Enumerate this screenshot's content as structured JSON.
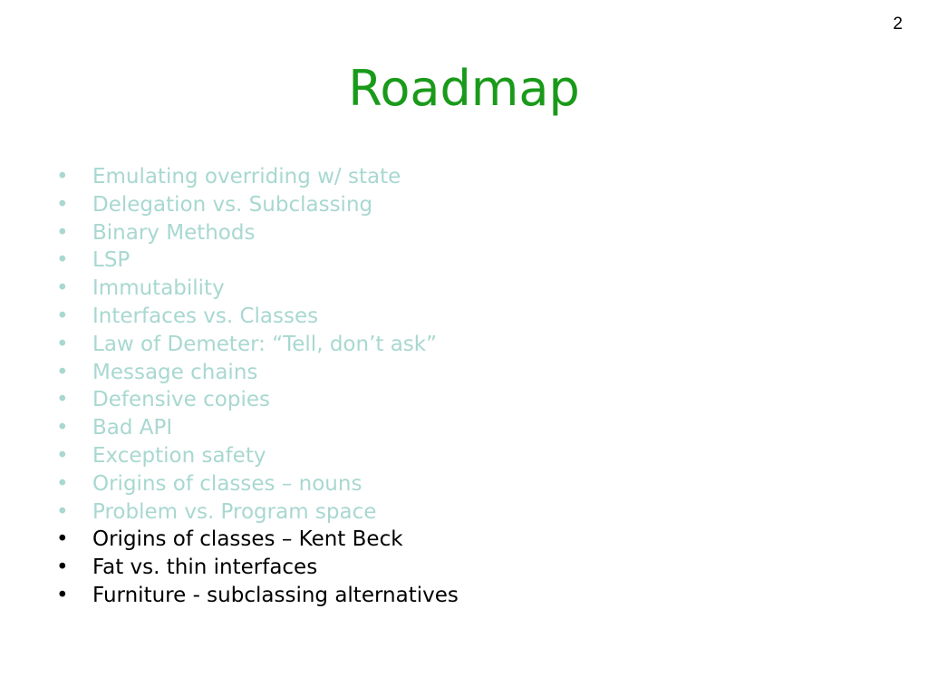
{
  "slide": {
    "page_number": "2",
    "title": "Roadmap",
    "bullet_symbol": "•",
    "colors": {
      "title": "#1a9a1a",
      "dimmed_item": "#a8d8d0",
      "current_item": "#000000"
    },
    "items": [
      {
        "text": "Emulating overriding w/ state",
        "state": "dim"
      },
      {
        "text": "Delegation vs. Subclassing",
        "state": "dim"
      },
      {
        "text": "Binary Methods",
        "state": "dim"
      },
      {
        "text": "LSP",
        "state": "dim"
      },
      {
        "text": "Immutability",
        "state": "dim"
      },
      {
        "text": "Interfaces vs. Classes",
        "state": "dim"
      },
      {
        "text": "Law of Demeter: “Tell, don’t ask”",
        "state": "dim"
      },
      {
        "text": "Message chains",
        "state": "dim"
      },
      {
        "text": "Defensive copies",
        "state": "dim"
      },
      {
        "text": "Bad API",
        "state": "dim"
      },
      {
        "text": "Exception safety",
        "state": "dim"
      },
      {
        "text": "Origins of classes – nouns",
        "state": "dim"
      },
      {
        "text": "Problem vs. Program space",
        "state": "dim"
      },
      {
        "text": "Origins of classes – Kent Beck",
        "state": "active"
      },
      {
        "text": "Fat vs. thin interfaces",
        "state": "active"
      },
      {
        "text": "Furniture - subclassing alternatives",
        "state": "active"
      }
    ]
  }
}
